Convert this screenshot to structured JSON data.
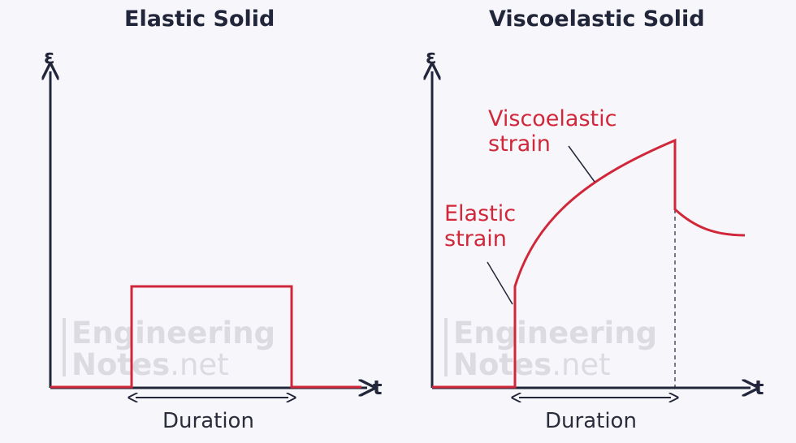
{
  "panels": [
    {
      "title": "Elastic Solid",
      "y_axis_label": "ε",
      "x_axis_label": "t",
      "duration_label": "Duration"
    },
    {
      "title": "Viscoelastic Solid",
      "y_axis_label": "ε",
      "x_axis_label": "t",
      "duration_label": "Duration",
      "annotations": {
        "viscoelastic_line1": "Viscoelastic",
        "viscoelastic_line2": "strain",
        "elastic_line1": "Elastic",
        "elastic_line2": "strain"
      }
    }
  ],
  "watermark": {
    "line1": "Engineering",
    "line2_bold": "Notes",
    "line2_light": ".net"
  },
  "colors": {
    "axis": "#22263a",
    "curve": "#d0283a",
    "watermark": "#dcdbe1",
    "background": "#f7f6fa"
  }
}
